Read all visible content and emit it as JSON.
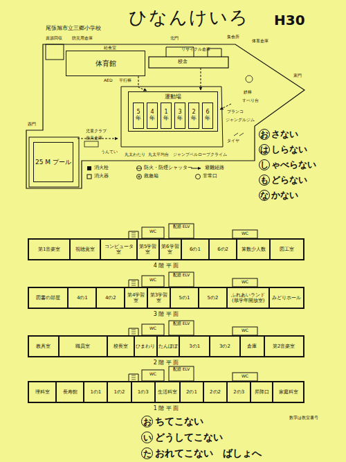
{
  "diagram": {
    "title": "ひなんけいろ",
    "nodes": [
      {
        "text": [
          "体育館"
        ]
      },
      {
        "text": [
          "25 M プール"
        ]
      },
      {
        "text": [
          "運動場"
        ]
      },
      {
        "text": [
          "5年"
        ],
        "in": 2
      },
      {
        "text": [
          "4年"
        ],
        "in": 2
      },
      {
        "text": [
          "1年"
        ],
        "in": 2
      },
      {
        "text": [
          "3年"
        ],
        "in": 2
      },
      {
        "text": [
          "2年"
        ],
        "in": 2
      },
      {
        "text": [
          "6年"
        ],
        "in": 2
      },
      {
        "text": [
          "お"
        ]
      },
      {
        "text": [
          "は"
        ]
      },
      {
        "text": [
          "し"
        ]
      },
      {
        "text": [
          "も"
        ]
      },
      {
        "text": [
          "な"
        ]
      },
      {
        "text": [
          "4 階 平 面"
        ]
      },
      {
        "text": [
          "第1音楽室"
        ],
        "in": 14
      },
      {
        "text": [
          "視聴覚室"
        ],
        "in": 14
      },
      {
        "text": [
          "コンピュータ室"
        ],
        "in": 14
      },
      {
        "text": [
          "第5学習室"
        ],
        "in": 14
      },
      {
        "text": [
          "第6学習室"
        ],
        "in": 14
      },
      {
        "text": [
          "6の1"
        ],
        "in": 14
      },
      {
        "text": [
          "6の2"
        ],
        "in": 14
      },
      {
        "text": [
          "算数少人数"
        ],
        "in": 14
      },
      {
        "text": [
          "図工室"
        ],
        "in": 14
      },
      {
        "text": [
          "3 階 平 面"
        ]
      },
      {
        "text": [
          "図書の部屋"
        ],
        "in": 24
      },
      {
        "text": [
          "4の1"
        ],
        "in": 24
      },
      {
        "text": [
          "4の2"
        ],
        "in": 24
      },
      {
        "text": [
          "第4学習室"
        ],
        "in": 24
      },
      {
        "text": [
          "第3学習室"
        ],
        "in": 24
      },
      {
        "text": [
          "5の1"
        ],
        "in": 24
      },
      {
        "text": [
          "5の2"
        ],
        "in": 24
      },
      {
        "text": [
          "ふれあいランド (県学年開放室)"
        ],
        "in": 24
      },
      {
        "text": [
          "みどりホール"
        ],
        "in": 24
      },
      {
        "text": [
          "2 階 平 面"
        ]
      },
      {
        "text": [
          "教具室"
        ],
        "in": 34
      },
      {
        "text": [
          "職員室"
        ],
        "in": 34
      },
      {
        "text": [
          "校長室"
        ],
        "in": 34
      },
      {
        "text": [
          "ひまわり"
        ],
        "in": 34
      },
      {
        "text": [
          "たんぽぽ"
        ],
        "in": 34
      },
      {
        "text": [
          "3の1"
        ],
        "in": 34
      },
      {
        "text": [
          "3の2"
        ],
        "in": 34
      },
      {
        "text": [
          "倉庫"
        ],
        "in": 34
      },
      {
        "text": [
          "第2音楽室"
        ],
        "in": 34
      },
      {
        "text": [
          "1 階 平 面"
        ]
      },
      {
        "text": [
          "理科室"
        ],
        "in": 44
      },
      {
        "text": [
          "長寿館"
        ],
        "in": 44
      },
      {
        "text": [
          "1の1"
        ],
        "in": 44
      },
      {
        "text": [
          "1の2"
        ],
        "in": 44
      },
      {
        "text": [
          "1の3"
        ],
        "in": 44
      },
      {
        "text": [
          "生活科室"
        ],
        "in": 44
      },
      {
        "text": [
          "2の1"
        ],
        "in": 44
      },
      {
        "text": [
          "2の2"
        ],
        "in": 44
      },
      {
        "text": [
          "2の3"
        ],
        "in": 44
      },
      {
        "text": [
          "昇降口"
        ],
        "in": 44
      },
      {
        "text": [
          "家庭科室"
        ],
        "in": 44
      },
      {
        "text": [
          "お"
        ]
      },
      {
        "text": [
          "い"
        ]
      },
      {
        "text": [
          "た"
        ]
      }
    ],
    "labels": [
      "尾張旭市立三郷小学校",
      "H30",
      "資源回収",
      "防災用倉庫",
      "給食室",
      "北門",
      "リサイクル倉庫",
      "集会所",
      "体育倉庫",
      "AED",
      "平行棒",
      "東門",
      "鉄棒",
      "すべり台",
      "ブランコ",
      "ジャングルジム",
      "タイヤ",
      "西門",
      "児童クラブ",
      "遊具倉庫",
      "うんてい",
      "丸太わたり",
      "丸太平均台",
      "ジャンプベル",
      "ロープクライム",
      "校舎",
      "数字は教室番号",
      "さない",
      "しらない",
      "ゃべらない",
      "どらない",
      "かない",
      "ちてこない",
      "どうしてこない",
      "おれてこない　ばしょへ",
      "WC",
      "配膳 ELV",
      "WC",
      "WC",
      "配膳 ELV",
      "WC",
      "WC",
      "配膳 ELV",
      "WC",
      "WC",
      "配膳 ELV",
      "WC"
    ],
    "legend": [
      {
        "text": "消火栓"
      },
      {
        "text": "消火器"
      },
      {
        "text": "防火・防煙シャッター"
      },
      {
        "text": "避難経路"
      },
      {
        "text": "救急箱"
      },
      {
        "text": "非常口"
      }
    ]
  }
}
